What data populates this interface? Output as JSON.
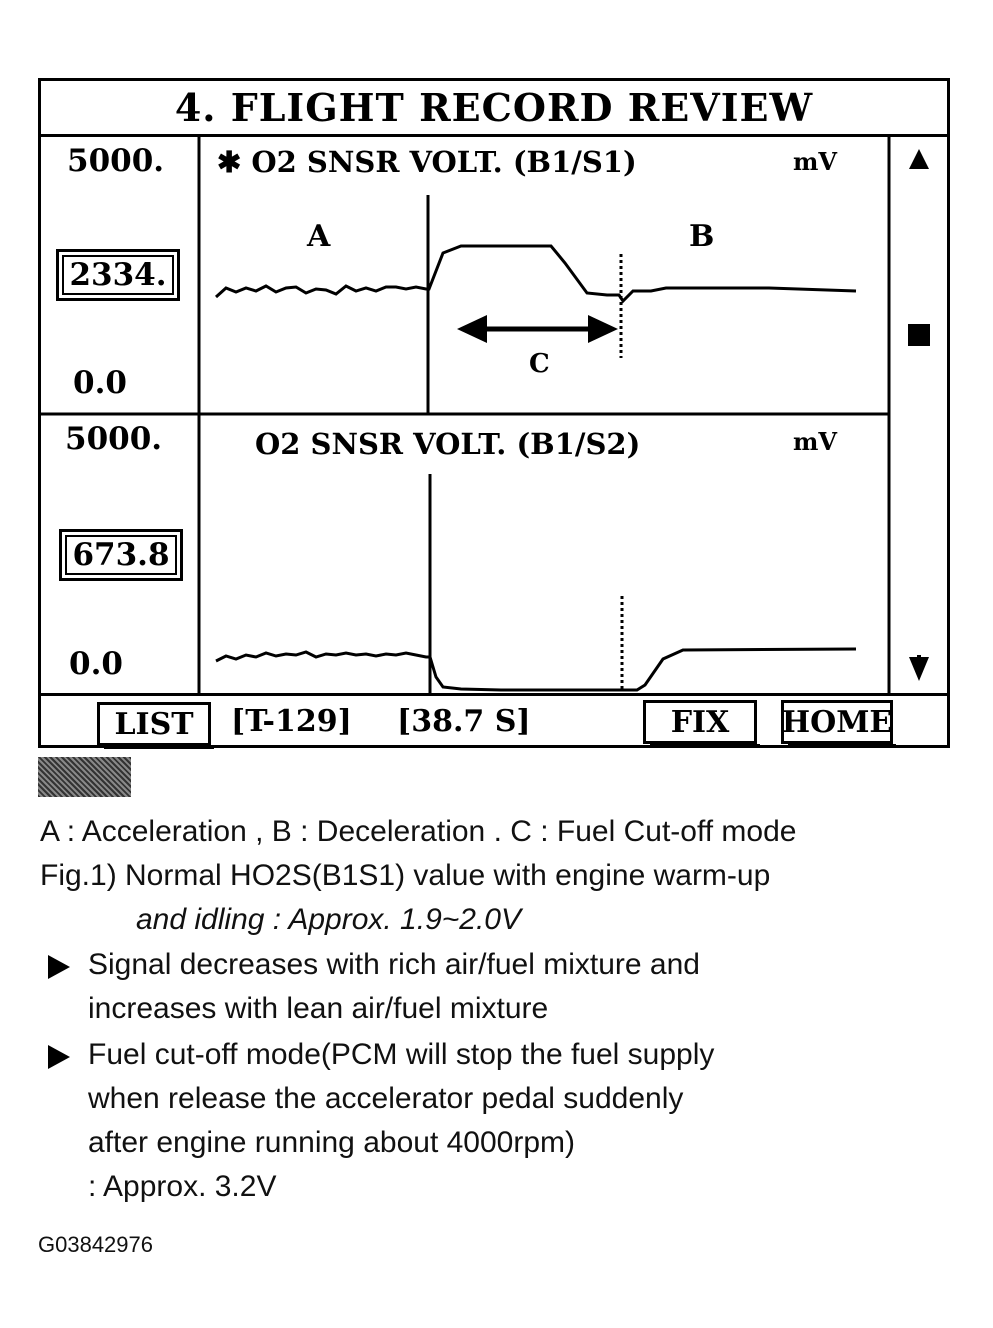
{
  "screen": {
    "title": "4. FLIGHT RECORD REVIEW",
    "top_graph": {
      "scale_max": "5000.",
      "current_value": "2334.",
      "scale_min": "0.0",
      "title": "✱ O2 SNSR VOLT. (B1/S1)",
      "unit": "mV",
      "marker_a": "A",
      "marker_b": "B",
      "marker_c": "C"
    },
    "bottom_graph": {
      "scale_max": "5000.",
      "current_value": "673.8",
      "scale_min": "0.0",
      "title": "O2 SNSR VOLT. (B1/S2)",
      "unit": "mV"
    },
    "side": {
      "up_icon": "triangle-up",
      "stop_icon": "square",
      "down_icon": "triangle-down"
    },
    "bottom_bar": {
      "list_label": "LIST",
      "test_id": "[T-129]",
      "time": "[38.7 S]",
      "fix_label": "FIX",
      "home_label": "HOME"
    }
  },
  "caption": {
    "legend": "A : Acceleration , B : Deceleration . C : Fuel Cut-off mode",
    "fig_line1": "Fig.1) Normal HO2S(B1S1) value with engine warm-up",
    "fig_line2": "and idling : Approx. 1.9~2.0V",
    "bullet1_line1": "Signal decreases with rich air/fuel mixture and",
    "bullet1_line2": "increases with lean air/fuel mixture",
    "bullet2_line1": "Fuel cut-off mode(PCM will stop the fuel supply",
    "bullet2_line2": "when release the accelerator pedal suddenly",
    "bullet2_line3": "after engine running about 4000rpm)",
    "bullet2_line4": ": Approx. 3.2V",
    "bullet_icon": "triangle-right",
    "figure_id": "G03842976"
  }
}
